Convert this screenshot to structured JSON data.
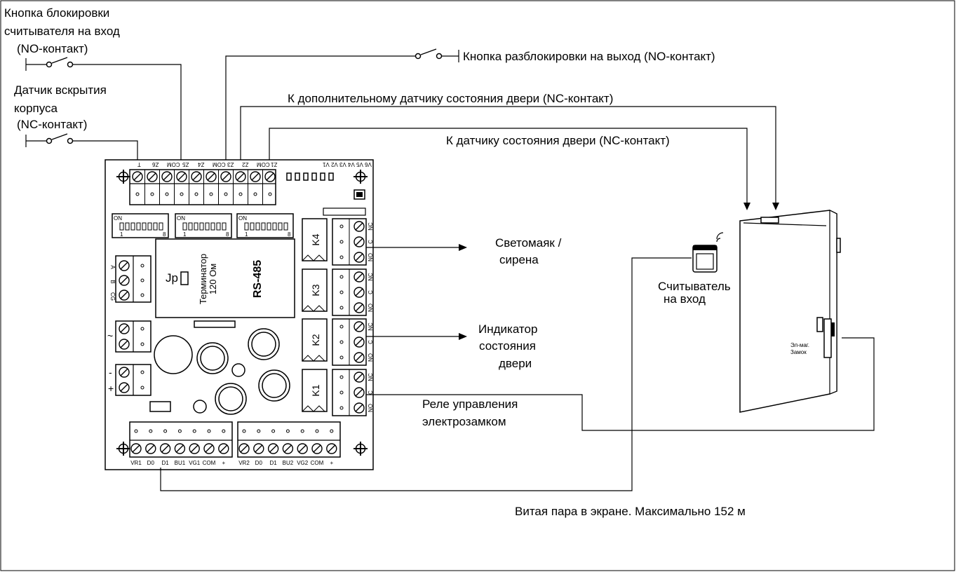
{
  "labels": {
    "lock_btn": [
      "Кнопка блокировки",
      "считывателя на вход",
      "(NO-контакт)"
    ],
    "tamper": [
      "Датчик вскрытия",
      "корпуса",
      "(NC-контакт)"
    ],
    "exit_btn": "Кнопка разблокировки на выход (NO-контакт)",
    "extra_sensor": "К дополнительному датчику состояния двери (NC-контакт)",
    "door_sensor": "К датчику состояния двери (NC-контакт)",
    "beacon": [
      "Светомаяк /",
      "сирена"
    ],
    "indicator": [
      "Индикатор",
      "состояния",
      "двери"
    ],
    "relay": [
      "Реле управления",
      "электрозамком"
    ],
    "reader": [
      "Считыватель",
      "на вход"
    ],
    "lock": [
      "Эл-маг.",
      "Замок"
    ],
    "cable": "Витая пара в экране. Максимально 152 м"
  },
  "board": {
    "top_terminals": [
      "T",
      "Z6",
      "COM",
      "Z5",
      "Z4",
      "COM",
      "Z3",
      "Z2",
      "COM",
      "Z1"
    ],
    "leds": "V6 V5 V4 V3 V2 V1",
    "dip_on": "ON",
    "dip_range_start": "1",
    "dip_range_end": "8",
    "rs485": "RS-485",
    "terminator": [
      "Терминатор",
      "120 Ом"
    ],
    "jumper": "Jp",
    "rs485_pins": [
      "A",
      "B",
      "CG"
    ],
    "power_ac": "~",
    "power_dc": [
      "-",
      "+"
    ],
    "relays": [
      "K4",
      "K3",
      "K2",
      "K1"
    ],
    "relay_pins": [
      "NC",
      "C",
      "NO"
    ],
    "bottom_terminals": [
      "VR1",
      "D0",
      "D1",
      "BU1",
      "VG1",
      "COM",
      "+",
      "VR2",
      "D0",
      "D1",
      "BU2",
      "VG2",
      "COM",
      "+"
    ]
  }
}
